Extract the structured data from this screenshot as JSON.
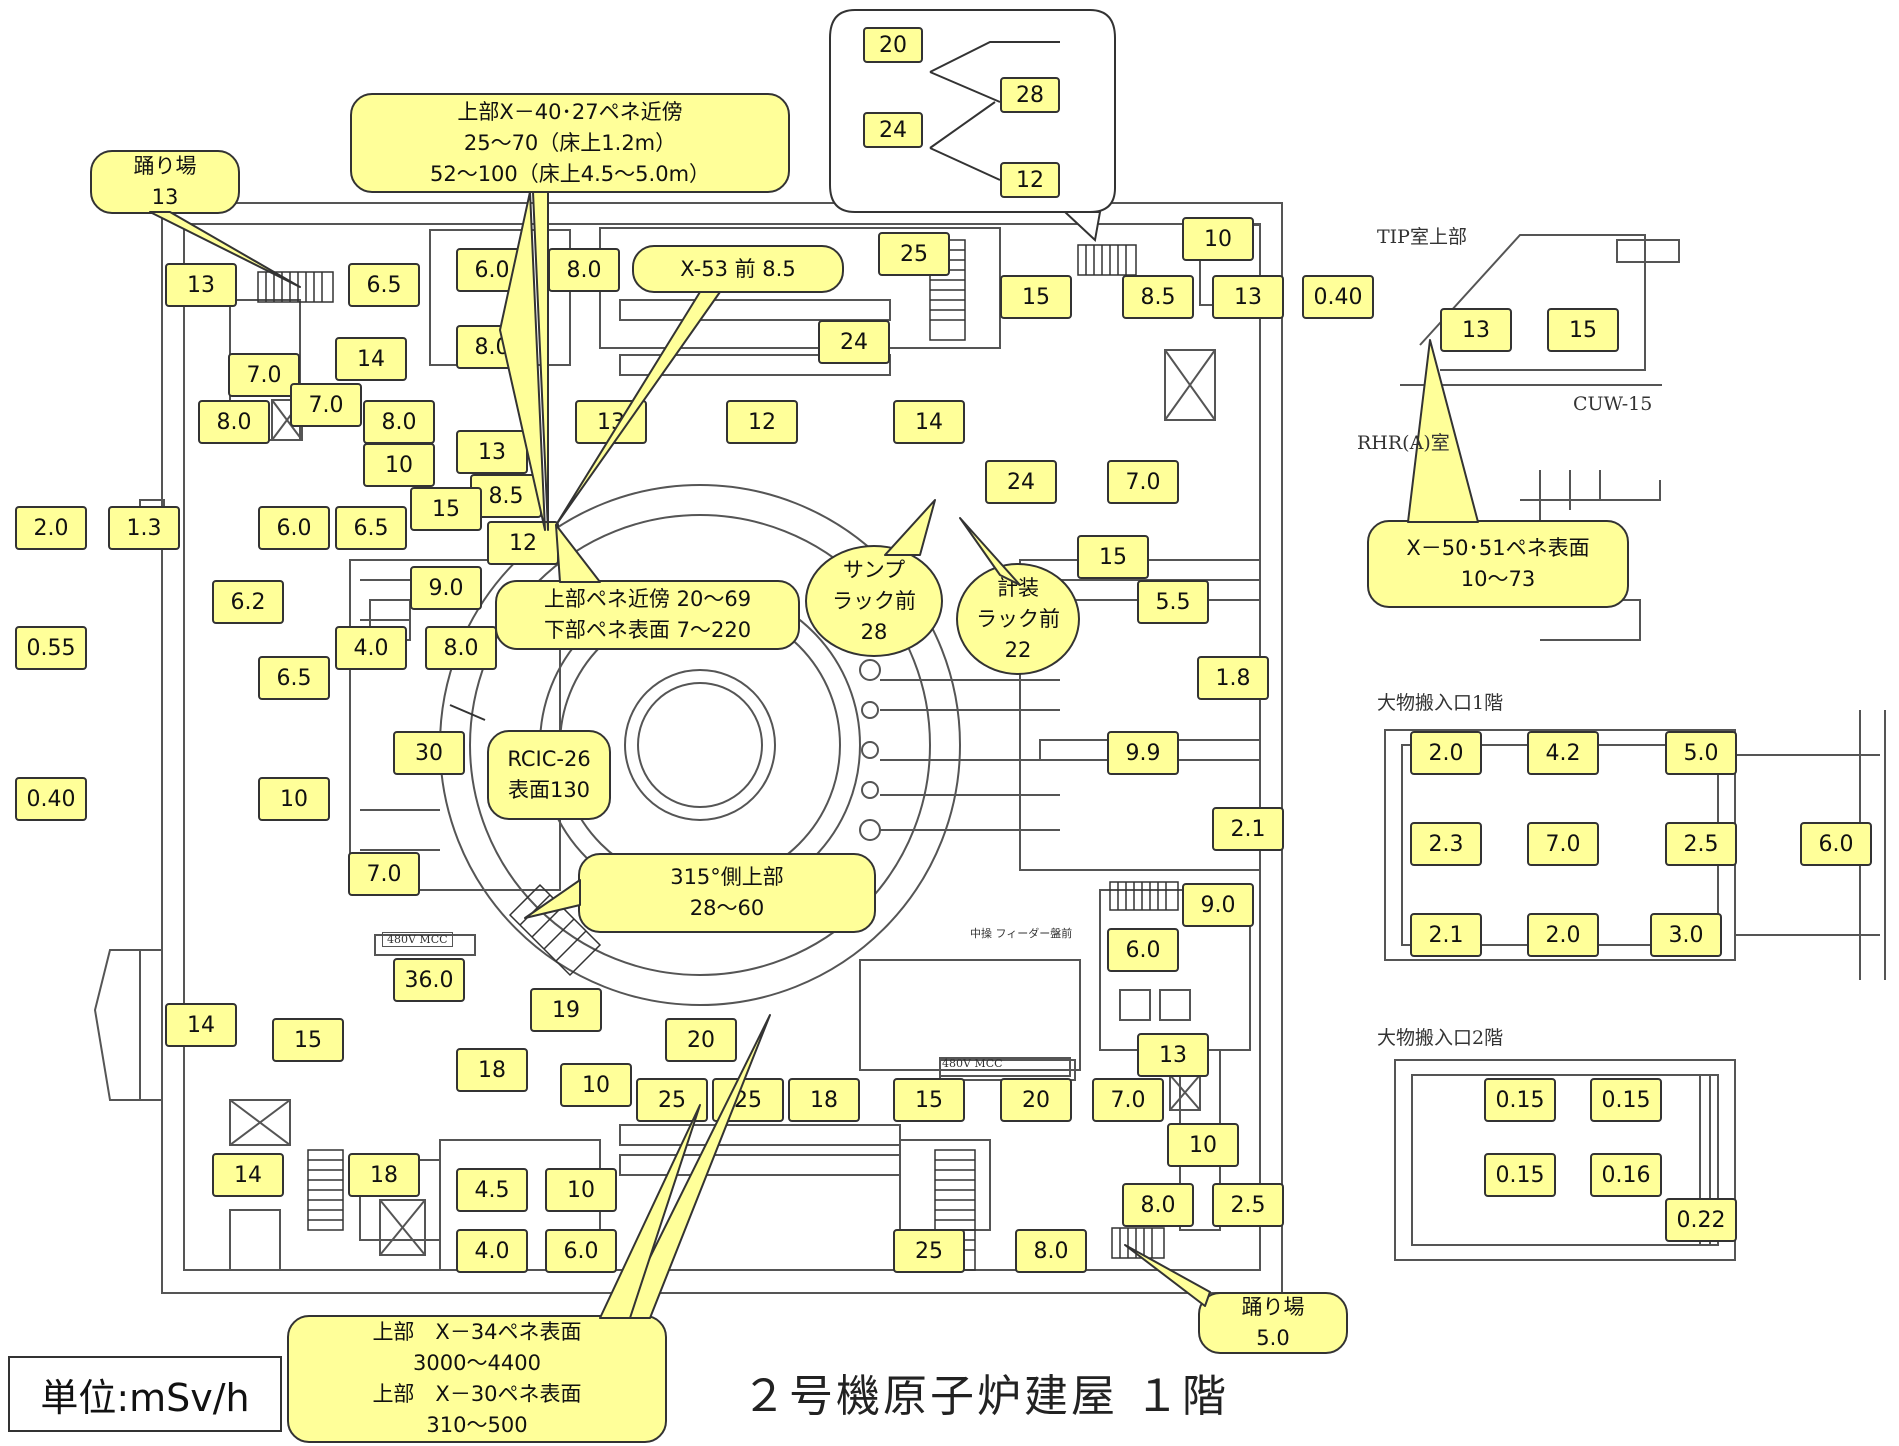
{
  "title": "２号機原子炉建屋 １階",
  "unit": "単位:mSv/h",
  "captions": {
    "tip": "TIP室上部",
    "cuw": "CUW-15",
    "rhr": "RHR(A)室",
    "hatch1": "大物搬入口1階",
    "hatch2": "大物搬入口2階",
    "mcc1": "480V MCC",
    "mcc2": "480V MCC",
    "panel": "中操 フィーダー盤前"
  },
  "readings": [
    {
      "id": "r1",
      "v": "13"
    },
    {
      "id": "r2",
      "v": "6.5"
    },
    {
      "id": "r3",
      "v": "6.0"
    },
    {
      "id": "r4",
      "v": "8.0"
    },
    {
      "id": "r5",
      "v": "8.0"
    },
    {
      "id": "r6",
      "v": "7.0"
    },
    {
      "id": "r7",
      "v": "14"
    },
    {
      "id": "r8",
      "v": "7.0"
    },
    {
      "id": "r9",
      "v": "8.0"
    },
    {
      "id": "r10",
      "v": "8.0"
    },
    {
      "id": "r11",
      "v": "13"
    },
    {
      "id": "r12",
      "v": "10"
    },
    {
      "id": "r13",
      "v": "8.5"
    },
    {
      "id": "r14",
      "v": "15"
    },
    {
      "id": "r15",
      "v": "12"
    },
    {
      "id": "r16",
      "v": "2.0"
    },
    {
      "id": "r17",
      "v": "1.3"
    },
    {
      "id": "r18",
      "v": "6.0"
    },
    {
      "id": "r19",
      "v": "6.5"
    },
    {
      "id": "r20",
      "v": "9.0"
    },
    {
      "id": "r21",
      "v": "6.2"
    },
    {
      "id": "r22",
      "v": "0.55"
    },
    {
      "id": "r23",
      "v": "4.0"
    },
    {
      "id": "r24",
      "v": "8.0"
    },
    {
      "id": "r25",
      "v": "6.5"
    },
    {
      "id": "r26",
      "v": "30"
    },
    {
      "id": "r27",
      "v": "0.40"
    },
    {
      "id": "r28",
      "v": "10"
    },
    {
      "id": "r29",
      "v": "7.0"
    },
    {
      "id": "r30",
      "v": "36.0"
    },
    {
      "id": "r31",
      "v": "19"
    },
    {
      "id": "r32",
      "v": "14"
    },
    {
      "id": "r33",
      "v": "15"
    },
    {
      "id": "r34",
      "v": "18"
    },
    {
      "id": "r35",
      "v": "10"
    },
    {
      "id": "r36",
      "v": "20"
    },
    {
      "id": "r37",
      "v": "25"
    },
    {
      "id": "r38",
      "v": "25"
    },
    {
      "id": "r39",
      "v": "18"
    },
    {
      "id": "r40",
      "v": "15"
    },
    {
      "id": "r41",
      "v": "20"
    },
    {
      "id": "r42",
      "v": "14"
    },
    {
      "id": "r43",
      "v": "18"
    },
    {
      "id": "r44",
      "v": "4.5"
    },
    {
      "id": "r45",
      "v": "10"
    },
    {
      "id": "r46",
      "v": "4.0"
    },
    {
      "id": "r47",
      "v": "6.0"
    },
    {
      "id": "r48",
      "v": "25"
    },
    {
      "id": "r49",
      "v": "8.0"
    },
    {
      "id": "r50",
      "v": "8.0"
    },
    {
      "id": "r51",
      "v": "2.5"
    },
    {
      "id": "r52",
      "v": "10"
    },
    {
      "id": "r53",
      "v": "7.0"
    },
    {
      "id": "r54",
      "v": "13"
    },
    {
      "id": "r55",
      "v": "6.0"
    },
    {
      "id": "r56",
      "v": "9.0"
    },
    {
      "id": "r57",
      "v": "2.1"
    },
    {
      "id": "r58",
      "v": "9.9"
    },
    {
      "id": "r59",
      "v": "1.8"
    },
    {
      "id": "r60",
      "v": "5.5"
    },
    {
      "id": "r61",
      "v": "15"
    },
    {
      "id": "r62",
      "v": "7.0"
    },
    {
      "id": "r63",
      "v": "24"
    },
    {
      "id": "r64",
      "v": "14"
    },
    {
      "id": "r65",
      "v": "12"
    },
    {
      "id": "r66",
      "v": "13"
    },
    {
      "id": "r67",
      "v": "24"
    },
    {
      "id": "r68",
      "v": "25"
    },
    {
      "id": "r69",
      "v": "15"
    },
    {
      "id": "r70",
      "v": "8.5"
    },
    {
      "id": "r71",
      "v": "13"
    },
    {
      "id": "r72",
      "v": "0.40"
    },
    {
      "id": "r73",
      "v": "10"
    },
    {
      "id": "r74",
      "v": "20"
    },
    {
      "id": "r75",
      "v": "24"
    },
    {
      "id": "r76",
      "v": "28"
    },
    {
      "id": "r77",
      "v": "12"
    },
    {
      "id": "r78",
      "v": "13"
    },
    {
      "id": "r79",
      "v": "15"
    },
    {
      "id": "r80",
      "v": "2.0"
    },
    {
      "id": "r81",
      "v": "4.2"
    },
    {
      "id": "r82",
      "v": "5.0"
    },
    {
      "id": "r83",
      "v": "2.3"
    },
    {
      "id": "r84",
      "v": "7.0"
    },
    {
      "id": "r85",
      "v": "2.5"
    },
    {
      "id": "r86",
      "v": "6.0"
    },
    {
      "id": "r87",
      "v": "2.1"
    },
    {
      "id": "r88",
      "v": "2.0"
    },
    {
      "id": "r89",
      "v": "3.0"
    },
    {
      "id": "r90",
      "v": "0.15"
    },
    {
      "id": "r91",
      "v": "0.15"
    },
    {
      "id": "r92",
      "v": "0.15"
    },
    {
      "id": "r93",
      "v": "0.16"
    },
    {
      "id": "r94",
      "v": "0.22"
    }
  ],
  "callouts": [
    {
      "id": "c1",
      "lines": [
        "踊り場",
        "13"
      ]
    },
    {
      "id": "c2",
      "lines": [
        "上部X－40･27ペネ近傍",
        "25～70（床上1.2m）",
        "52～100（床上4.5～5.0m）"
      ]
    },
    {
      "id": "c3",
      "lines": [
        "X-53 前 8.5"
      ]
    },
    {
      "id": "c4",
      "lines": [
        "上部ペネ近傍 20～69",
        "下部ペネ表面 7～220"
      ]
    },
    {
      "id": "c5",
      "lines": [
        "サンプ",
        "ラック前",
        "28"
      ]
    },
    {
      "id": "c6",
      "lines": [
        "計装",
        "ラック前",
        "22"
      ]
    },
    {
      "id": "c7",
      "lines": [
        "RCIC-26",
        "表面130"
      ]
    },
    {
      "id": "c8",
      "lines": [
        "315°側上部",
        "28～60"
      ]
    },
    {
      "id": "c9",
      "lines": [
        "上部　X－34ペネ表面",
        "3000～4400",
        "上部　X－30ペネ表面",
        "310～500"
      ]
    },
    {
      "id": "c10",
      "lines": [
        "踊り場",
        "5.0"
      ]
    },
    {
      "id": "c11",
      "lines": [
        "X－50･51ペネ表面",
        "10～73"
      ]
    }
  ]
}
